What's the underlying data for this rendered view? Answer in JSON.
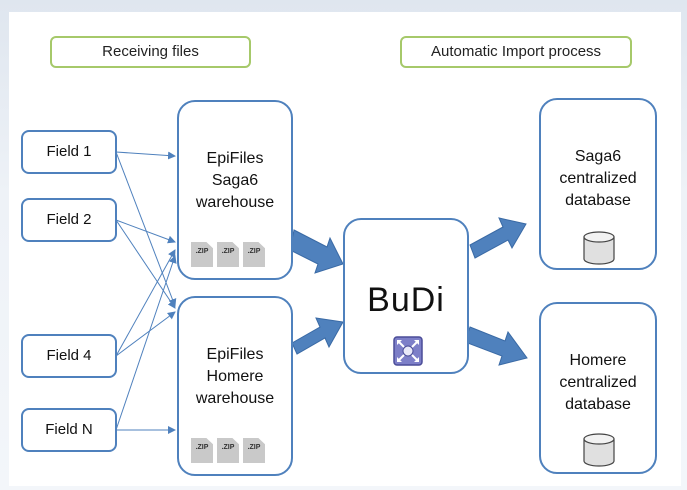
{
  "sections": {
    "receiving": "Receiving files",
    "import": "Automatic Import process"
  },
  "fields": [
    "Field 1",
    "Field 2",
    "Field 4",
    "Field N"
  ],
  "warehouses": [
    {
      "line1": "EpiFiles",
      "line2": "Saga6",
      "line3": "warehouse"
    },
    {
      "line1": "EpiFiles",
      "line2": "Homere",
      "line3": "warehouse"
    }
  ],
  "zip_label": ".ZIP",
  "processor": {
    "name": "BuDi",
    "icon": "network-hub-icon"
  },
  "databases": [
    {
      "line1": "Saga6",
      "line2": "centralized",
      "line3": "database"
    },
    {
      "line1": "Homere",
      "line2": "centralized",
      "line3": "database"
    }
  ],
  "colors": {
    "box_border": "#4f81bd",
    "label_border": "#a6c96a",
    "arrow_fill": "#4f81bd"
  }
}
